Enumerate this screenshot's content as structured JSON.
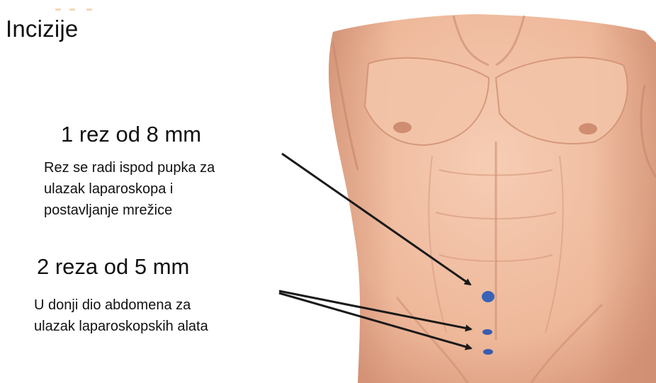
{
  "slide": {
    "title": "Incizije"
  },
  "incision_large": {
    "heading": "1 rez od 8 mm",
    "description_lines": [
      "Rez se radi ispod pupka za",
      "ulazak laparoskopa i",
      "postavljanje mrežice"
    ],
    "marker_color": "#3a63b8"
  },
  "incision_small": {
    "heading": "2 reza od 5 mm",
    "description_lines": [
      "U donji dio abdomena za",
      "ulazak laparoskopskih alata"
    ],
    "marker_color": "#3a5cb0"
  },
  "colors": {
    "skin": "#f0bfa3",
    "skin_shadow": "#d99a7e",
    "arrow": "#1a1a1a"
  }
}
